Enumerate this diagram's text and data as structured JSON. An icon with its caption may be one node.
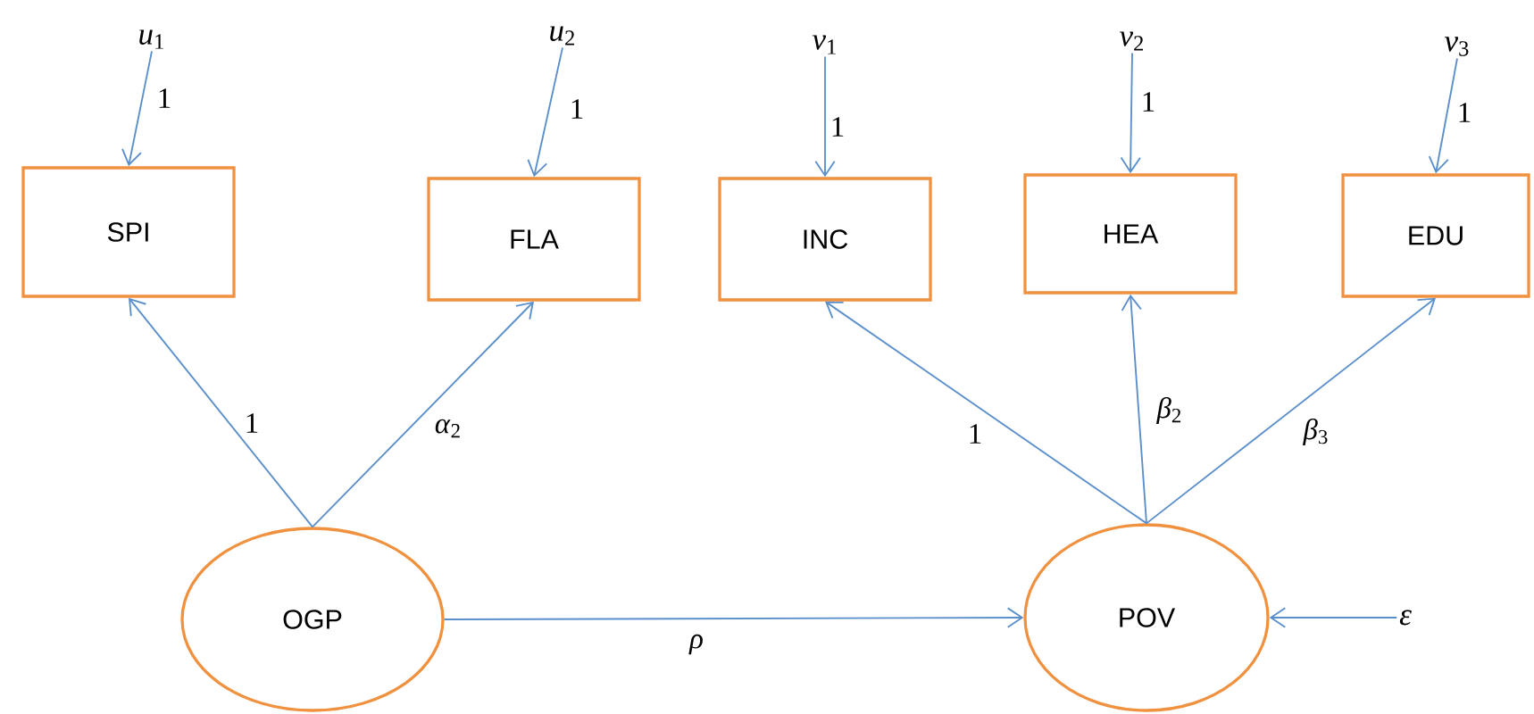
{
  "diagram": {
    "nodes": [
      {
        "text": [
          "*u*$_{1}$"
        ]
      },
      {
        "text": [
          "*u*$_{2}$"
        ]
      },
      {
        "text": [
          "*v*$_{1}$"
        ]
      },
      {
        "text": [
          "*v*$_{2}$"
        ]
      },
      {
        "text": [
          "*v*$_{3}$"
        ]
      },
      {
        "text": [
          "SPI"
        ]
      },
      {
        "text": [
          "FLA"
        ]
      },
      {
        "text": [
          "INC"
        ]
      },
      {
        "text": [
          "HEA"
        ]
      },
      {
        "text": [
          "EDU"
        ]
      },
      {
        "text": [
          "OGP"
        ]
      },
      {
        "text": [
          "POV"
        ]
      },
      {
        "text": [
          "ε"
        ]
      }
    ],
    "edges": [
      {
        "from": 0,
        "to": 5,
        "arrow": "to",
        "label": "1"
      },
      {
        "from": 1,
        "to": 6,
        "arrow": "to",
        "label": "1"
      },
      {
        "from": 2,
        "to": 7,
        "arrow": "to",
        "label": "1"
      },
      {
        "from": 3,
        "to": 8,
        "arrow": "to",
        "label": "1"
      },
      {
        "from": 4,
        "to": 9,
        "arrow": "to",
        "label": "1"
      },
      {
        "from": 10,
        "to": 5,
        "arrow": "to",
        "label": "1"
      },
      {
        "from": 10,
        "to": 6,
        "arrow": "to",
        "label": "*α*$_{2}$"
      },
      {
        "from": 11,
        "to": 7,
        "arrow": "to",
        "label": "1"
      },
      {
        "from": 11,
        "to": 8,
        "arrow": "to",
        "label": "*β*$_{2}$"
      },
      {
        "from": 11,
        "to": 9,
        "arrow": "to",
        "label": "*β*$_{3}$"
      },
      {
        "from": 10,
        "to": 11,
        "arrow": "to",
        "label": "ρ"
      },
      {
        "from": 12,
        "to": 11,
        "arrow": "to"
      }
    ]
  }
}
